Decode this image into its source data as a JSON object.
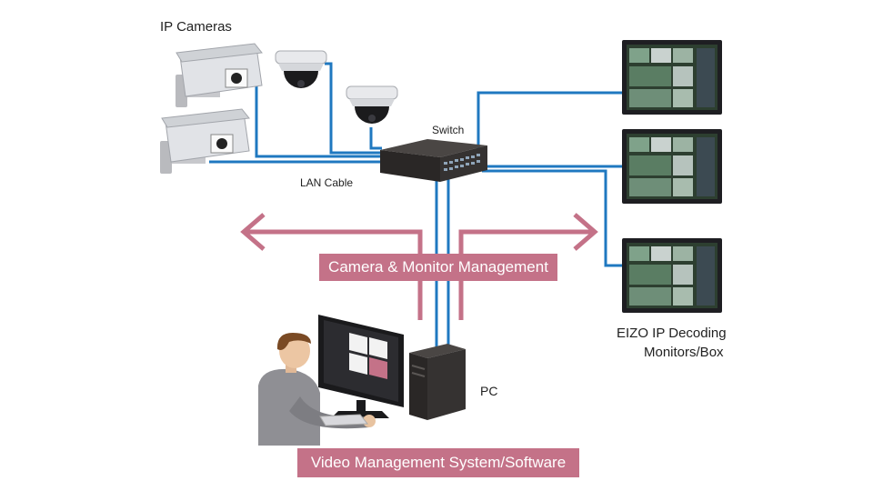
{
  "labels": {
    "ip_cameras": "IP Cameras",
    "switch": "Switch",
    "lan_cable": "LAN Cable",
    "pc": "PC",
    "monitors_line1": "EIZO IP Decoding",
    "monitors_line2": "Monitors/Box"
  },
  "banners": {
    "management": "Camera & Monitor  Management",
    "vms": "Video Management System/Software"
  },
  "colors": {
    "cable": "#1f78c0",
    "management": "#c47288",
    "monitor_frame": "#1e1e22",
    "switch_body": "#2e2b2a"
  }
}
